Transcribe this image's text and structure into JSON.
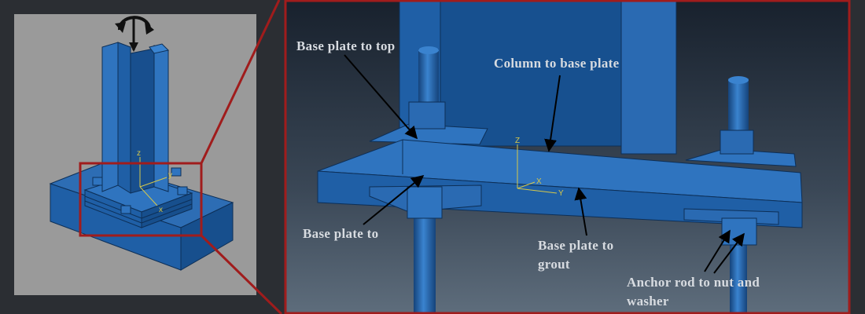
{
  "overview": {
    "name": "overview-model",
    "axes": {
      "z": "z",
      "x": "x",
      "y": "y"
    }
  },
  "detail": {
    "axes": {
      "z": "Z",
      "x": "X",
      "y": "Y"
    },
    "labels": [
      {
        "id": "base-plate-to-top",
        "text": "Base plate to top"
      },
      {
        "id": "column-to-base-plate",
        "text": "Column  to base plate"
      },
      {
        "id": "base-plate-to",
        "text": "Base plate to"
      },
      {
        "id": "base-plate-to-grout",
        "text": "Base plate to grout"
      },
      {
        "id": "anchor-rod-to-nut-and-washer",
        "text": "Anchor rod to nut and washer"
      }
    ]
  },
  "colors": {
    "frame_red": "#a01c1c",
    "steel_blue": "#1f5fa6",
    "steel_blue_light": "#2f74bf",
    "steel_blue_dark": "#15437a",
    "overview_bg": "#9a9a9a",
    "detail_bg_top": "#1a2533",
    "detail_bg_bottom": "#5a6a7a",
    "axis_yellow": "#d6c84a",
    "label_text": "#d7dbe0"
  }
}
